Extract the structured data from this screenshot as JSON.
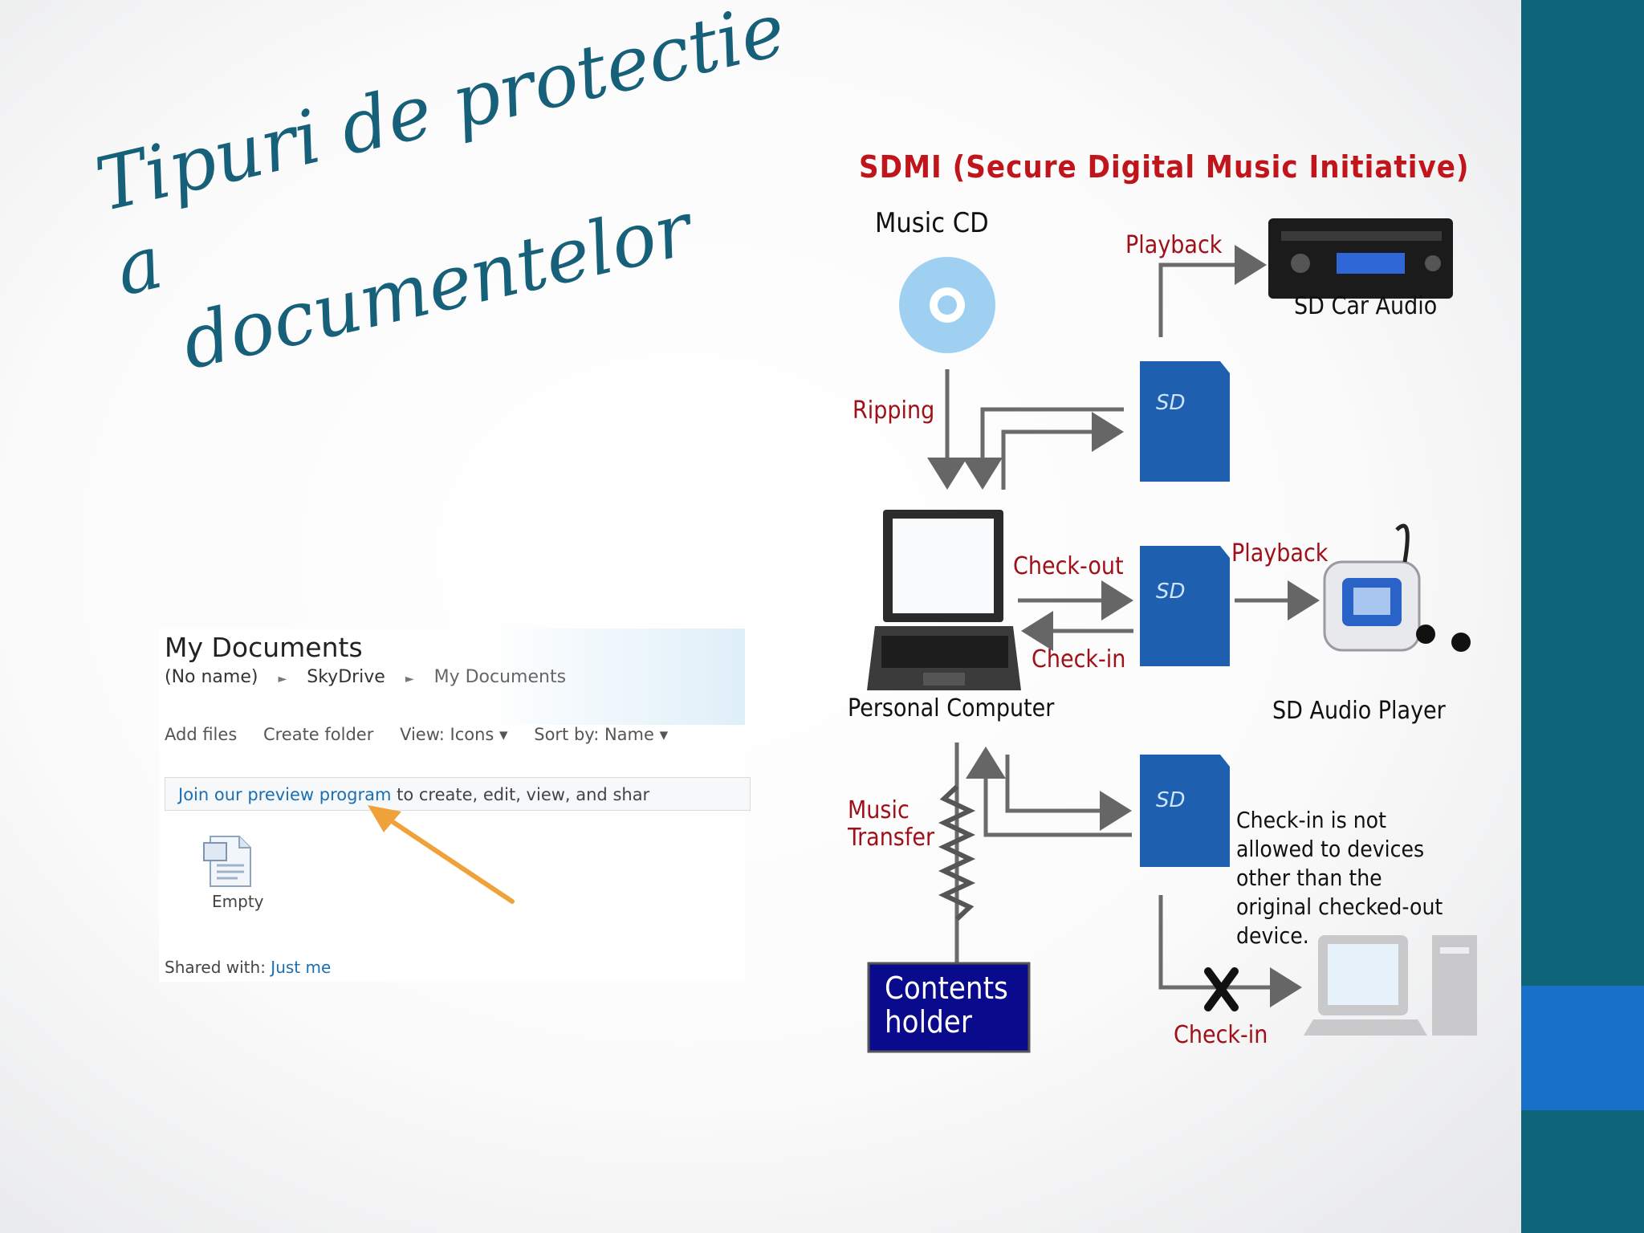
{
  "slide": {
    "title_line1": "Tipuri de protectie a",
    "title_line2": "documentelor",
    "colors": {
      "title": "#17607a",
      "band": "#0e6478",
      "band_accent": "#1870c8"
    }
  },
  "skydrive": {
    "heading": "My Documents",
    "breadcrumb": [
      "(No name)",
      "SkyDrive",
      "My Documents"
    ],
    "toolbar": [
      "Add files",
      "Create folder",
      "View: Icons ▾",
      "Sort by: Name ▾"
    ],
    "notice_link": "Join our preview program",
    "notice_text": " to create, edit, view, and shar",
    "file_label": "Empty",
    "shared_label": "Shared with: ",
    "shared_value": "Just me"
  },
  "diagram": {
    "title": "SDMI (Secure Digital Music Initiative)",
    "music_cd": "Music CD",
    "playback_top": "Playback",
    "sd_car_audio": "SD Car Audio",
    "ripping": "Ripping",
    "check_out": "Check-out",
    "check_in_mid": "Check-in",
    "playback_mid": "Playback",
    "personal_computer": "Personal Computer",
    "sd_audio_player": "SD Audio Player",
    "music_transfer_1": "Music",
    "music_transfer_2": "Transfer",
    "notice_lines": [
      "Check-in is not",
      "allowed to devices",
      "other than the",
      "original checked-out",
      "device."
    ],
    "contents_holder_1": "Contents",
    "contents_holder_2": "holder",
    "check_in_bottom": "Check-in",
    "colors": {
      "label_red": "#a01018",
      "title_red": "#c0161b",
      "holder_blue": "#0a0a8c",
      "sd_blue": "#1f5fb0"
    }
  }
}
